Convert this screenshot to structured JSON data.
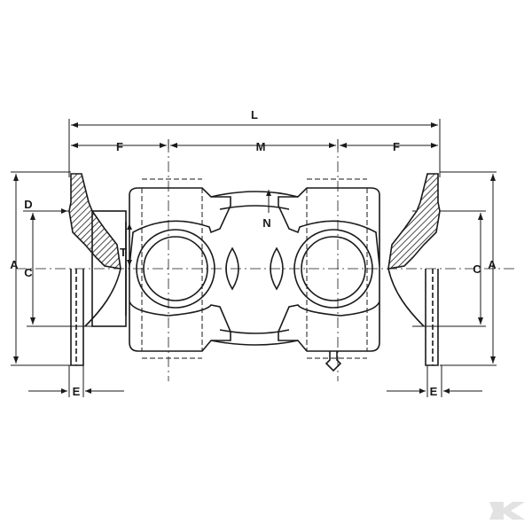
{
  "drawing": {
    "labels": {
      "overall_length": "L",
      "flange_offset_left": "F",
      "center_distance": "M",
      "flange_offset_right": "F",
      "outer_diameter_left": "A",
      "outer_diameter_right": "A",
      "bolt_circle_left": "C",
      "bolt_circle_right": "C",
      "spigot_depth": "D",
      "flange_thickness_left": "E",
      "flange_thickness_right": "E",
      "yoke_width": "T",
      "bearing_width": "N"
    },
    "colors": {
      "line": "#1a1a1a",
      "background": "#ffffff",
      "watermark": "#e2e2e2"
    }
  }
}
